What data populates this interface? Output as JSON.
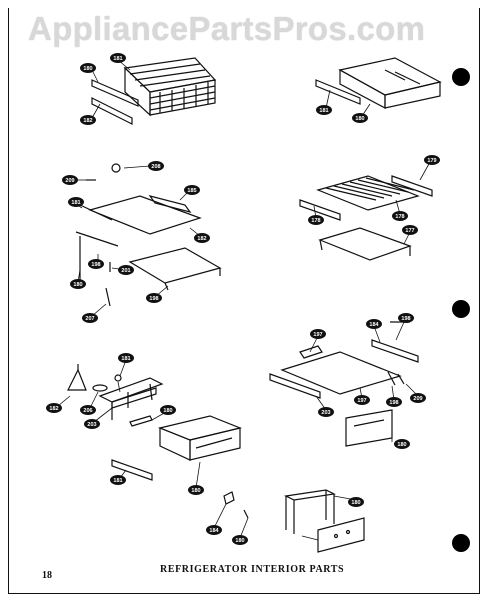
{
  "watermark": "AppliancePartsPros.com",
  "caption": "REFRIGERATOR INTERIOR PARTS",
  "page_number": "18",
  "callouts": [
    "181",
    "180",
    "182",
    "181",
    "180",
    "208",
    "209",
    "185",
    "181",
    "182",
    "179",
    "178",
    "178",
    "177",
    "198",
    "201",
    "180",
    "207",
    "198",
    "197",
    "184",
    "198",
    "203",
    "197",
    "198",
    "209",
    "180",
    "181",
    "182",
    "206",
    "203",
    "180",
    "181",
    "180",
    "184",
    "180",
    "180"
  ]
}
